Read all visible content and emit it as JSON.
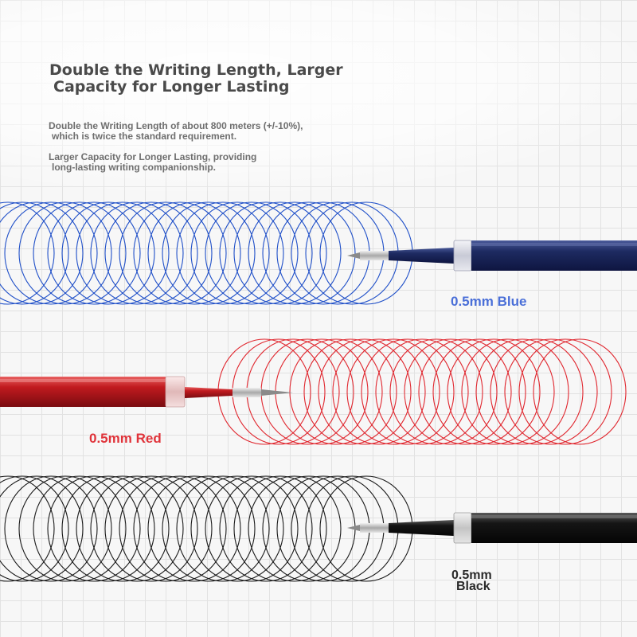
{
  "headline": {
    "line1": "Double the Writing Length, Larger",
    "line2": "Capacity for Longer Lasting"
  },
  "description1": {
    "line1": "Double the Writing Length of about 800 meters (+/-10%),",
    "line2": "which is twice the standard requirement."
  },
  "description2": {
    "line1": "Larger Capacity for Longer Lasting, providing",
    "line2": "long-lasting writing companionship."
  },
  "refills": [
    {
      "label": "0.5mm Blue",
      "ink_color": "#1f4fc8",
      "barrel_color": "#1e2b62"
    },
    {
      "label": "0.5mm Red",
      "ink_color": "#e0262e",
      "barrel_color": "#c01a1f"
    },
    {
      "label_line1": "0.5mm",
      "label_line2": "Black",
      "ink_color": "#1a1a1a",
      "barrel_color": "#151515"
    }
  ],
  "colors": {
    "label_blue": "#4a6fd8",
    "label_red": "#e0333a",
    "label_black": "#2a2a2a",
    "heading": "#4a4a4a",
    "grid": "#e2e2e2"
  }
}
